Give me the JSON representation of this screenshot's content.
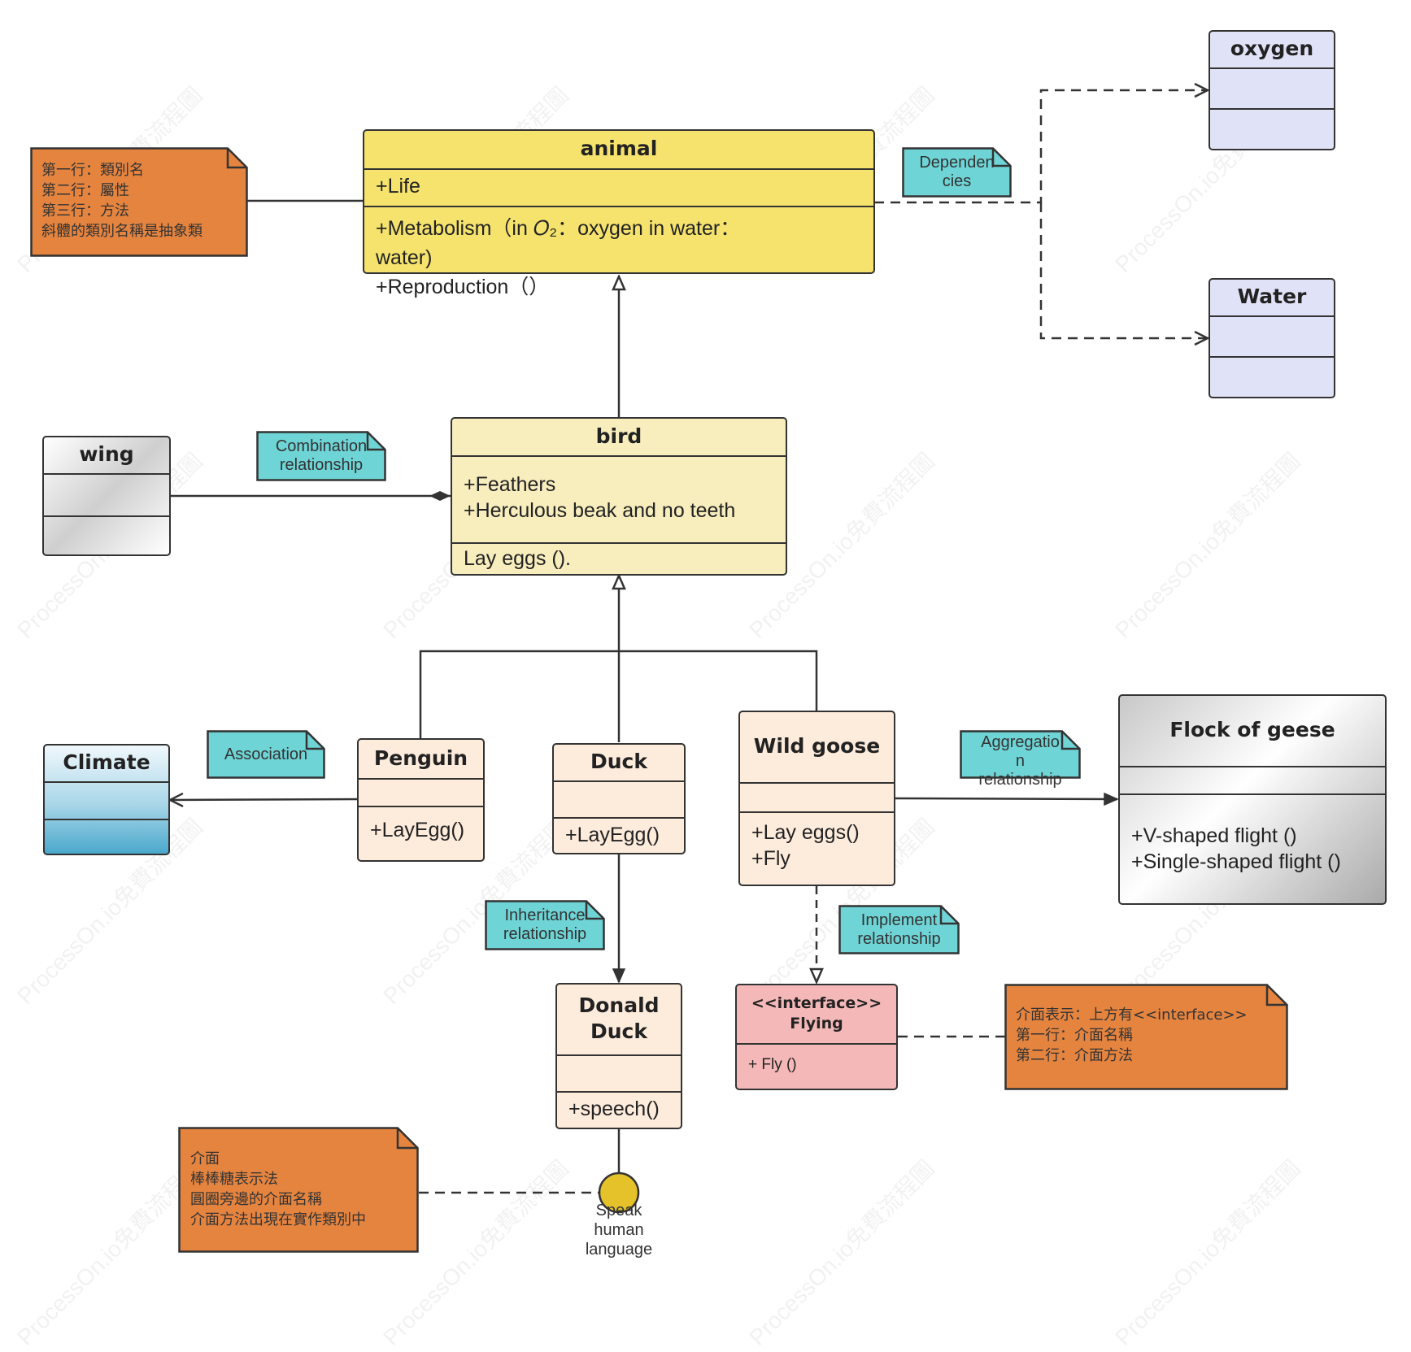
{
  "classes": {
    "animal": {
      "name": "animal",
      "attr": "+Life",
      "methods": "+Metabolism（in 𝑂₂：oxygen in water：\nwater)\n+Reproduction（）",
      "fill": "#f5e36e"
    },
    "oxygen": {
      "name": "oxygen",
      "fill": "#e0e3f7"
    },
    "water": {
      "name": "Water",
      "fill": "#e0e3f7"
    },
    "bird": {
      "name": "bird",
      "attr": "+Feathers\n+Herculous beak and no teeth",
      "methods": "Lay eggs ().",
      "fill": "#f7edbd"
    },
    "wing": {
      "name": "wing"
    },
    "climate": {
      "name": "Climate"
    },
    "penguin": {
      "name": "Penguin",
      "methods": "+LayEgg()",
      "fill": "#fdebdc"
    },
    "duck": {
      "name": "Duck",
      "methods": "+LayEgg()",
      "fill": "#fdebdc"
    },
    "wild_goose": {
      "name": "Wild goose",
      "methods": "+Lay eggs()\n+Fly",
      "fill": "#fdebdc"
    },
    "flock": {
      "name": "Flock of geese",
      "methods": "+V-shaped flight ()\n+Single-shaped flight ()"
    },
    "donald": {
      "name": "Donald\nDuck",
      "methods": "+speech()",
      "fill": "#fdebdc"
    },
    "flying": {
      "stereotype": "<<interface>>",
      "name": "Flying",
      "methods": "+ Fly ()",
      "fill": "#f5b8b8"
    }
  },
  "notes": {
    "animal_note": "第一行：類別名\n第二行：屬性\n第三行：方法\n斜體的類別名稱是抽象類",
    "interface_note": "介面表示：上方有<<interface>>\n第一行：介面名稱\n第二行：介面方法",
    "lollipop_note": "介面\n棒棒糖表示法\n圓圈旁邊的介面名稱\n介面方法出現在實作類別中",
    "fill": "#e5843f"
  },
  "tags": {
    "dependencies": "Dependen\ncies",
    "combination": "Combination\nrelationship",
    "association": "Association",
    "aggregation": "Aggregatio\nn\nrelationship",
    "inheritance": "Inheritance\nrelationship",
    "implement": "Implement\nrelationship",
    "fill": "#6fd4d6"
  },
  "lollipop": {
    "label": "Speak\nhuman\nlanguage",
    "fill": "#e5c22a"
  },
  "watermark": "ProcessOn.io免費流程圖"
}
